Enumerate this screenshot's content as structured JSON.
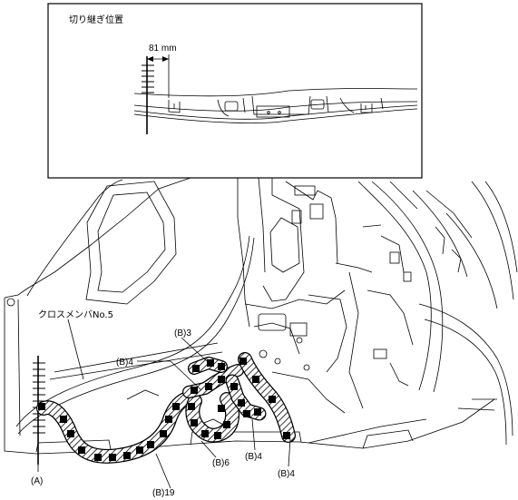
{
  "inset": {
    "title": "切り継ぎ位置",
    "dimension": "81 mm"
  },
  "labels": {
    "part_name": "クロスメンバNo.5",
    "ref_a": "(A)",
    "b3": "(B)3",
    "b4_left": "(B)4",
    "b4_mid": "(B)4",
    "b4_right": "(B)4",
    "b6": "(B)6",
    "b19": "(B)19"
  }
}
